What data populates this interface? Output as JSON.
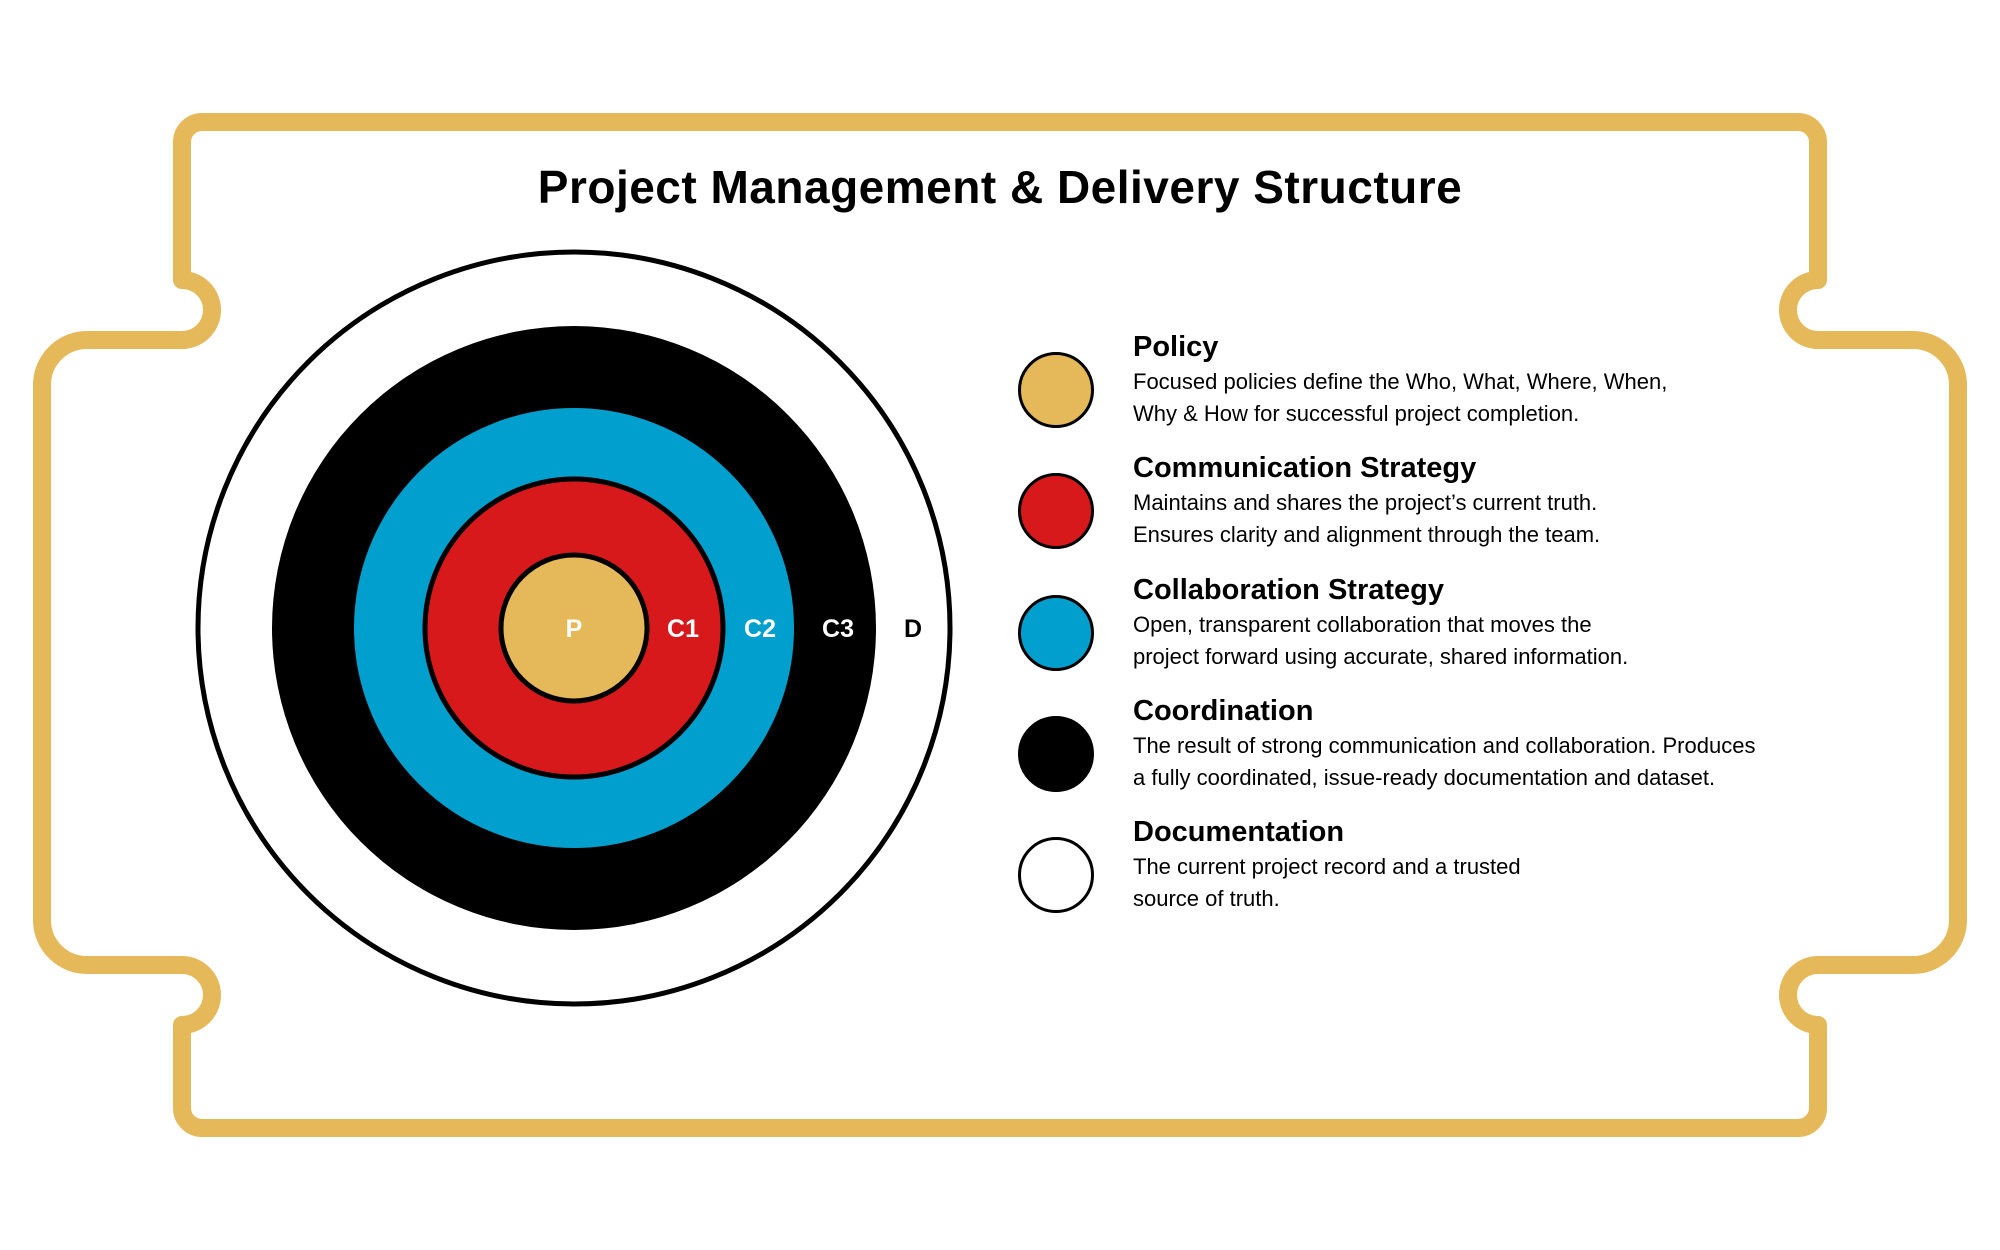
{
  "title": "Project Management & Delivery Structure",
  "colors": {
    "frame": "#E5B959",
    "policy": "#E5B959",
    "communication": "#D7191C",
    "collaboration": "#009FCE",
    "coordination": "#000000",
    "documentation": "#FFFFFF"
  },
  "target": {
    "labels": {
      "p": "P",
      "c1": "C1",
      "c2": "C2",
      "c3": "C3",
      "d": "D"
    }
  },
  "legend": [
    {
      "heading": "Policy",
      "lines": [
        "Focused policies define the Who, What, Where, When,",
        "Why & How for successful project completion."
      ]
    },
    {
      "heading": "Communication Strategy",
      "lines": [
        "Maintains and shares the project’s current truth.",
        "Ensures clarity and alignment through the team."
      ]
    },
    {
      "heading": "Collaboration Strategy",
      "lines": [
        "Open, transparent collaboration that moves the",
        "project forward using accurate, shared information."
      ]
    },
    {
      "heading": "Coordination",
      "lines": [
        "The result of strong communication and collaboration. Produces",
        "a fully coordinated, issue-ready documentation and dataset."
      ]
    },
    {
      "heading": "Documentation",
      "lines": [
        "The current project record and a trusted",
        "source of truth."
      ]
    }
  ]
}
